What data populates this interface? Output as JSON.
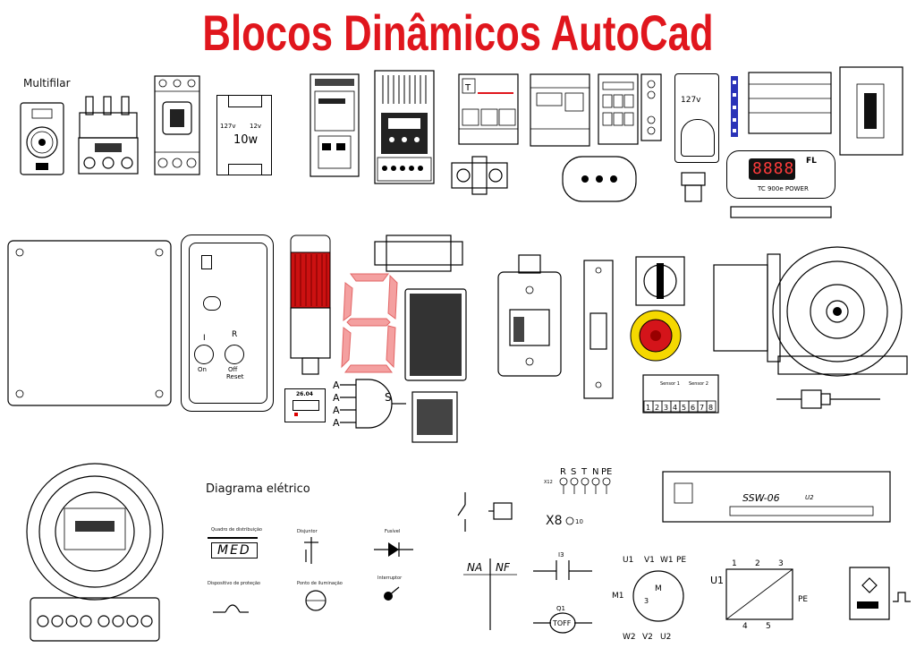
{
  "title": "Blocos Dinâmicos AutoCad",
  "colors": {
    "title": "#e0161d",
    "stack_light": "#cc1111",
    "seven_seg": "#f4a0a0",
    "estop_button": "#d4141a",
    "estop_ring": "#f5d800"
  },
  "sections": {
    "multifilar": "Multifilar",
    "diagrama": "Diagrama elétrico"
  },
  "components": {
    "transformer": {
      "v1": "127v",
      "v2": "12v",
      "power": "10w"
    },
    "outlet_voltage": "127v",
    "thermostat": {
      "display": "8888",
      "model": "TC 900e POWER",
      "brand": "FL"
    },
    "panel": {
      "on": "On",
      "off": "Off",
      "reset": "Reset",
      "i_mark": "I",
      "r_mark": "R"
    },
    "timer_label": "26.04",
    "and_gate": {
      "inputs": [
        "A",
        "A",
        "A",
        "A"
      ],
      "output": "S"
    },
    "terminal_numbers": [
      "1",
      "2",
      "3",
      "4",
      "5",
      "6",
      "7",
      "8"
    ],
    "terminal_header": [
      "Sensor 1",
      "Sensor 2"
    ],
    "ssw": {
      "model": "SSW-06",
      "ref": "U2"
    }
  },
  "diagram": {
    "meter": "MED",
    "terminals": [
      "R",
      "S",
      "T",
      "N",
      "PE"
    ],
    "x12": "X12",
    "x8": "X8",
    "x8_pin": "10",
    "na": "NA",
    "nf": "NF",
    "coil": "I3",
    "q1": "Q1",
    "q1_state": "TOFF",
    "motor": {
      "name": "M1",
      "center": "M",
      "phases": "3",
      "top": [
        "U1",
        "V1",
        "W1",
        "PE"
      ],
      "bottom": [
        "W2",
        "V2",
        "U2"
      ]
    },
    "drive": {
      "name": "U1",
      "top": [
        "1",
        "2",
        "3"
      ],
      "pe": "PE",
      "bottom": [
        "4",
        "5"
      ]
    },
    "small_labels": [
      "Quadro de distribuição",
      "Disjuntor",
      "Fusível",
      "Dispositivo de proteção",
      "Ponto de iluminação",
      "Interruptor"
    ]
  }
}
